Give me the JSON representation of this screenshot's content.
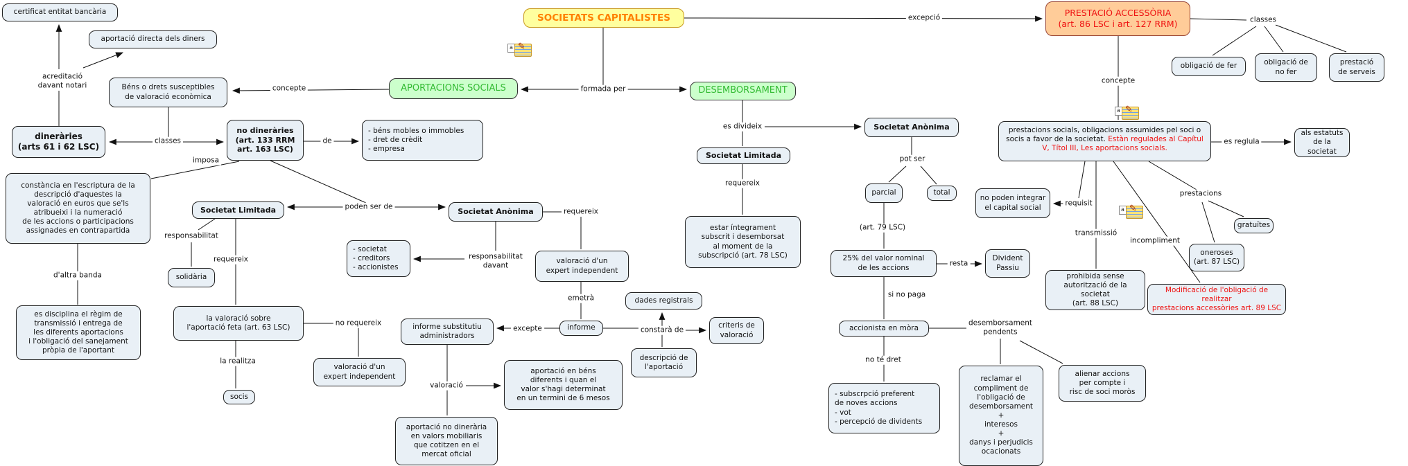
{
  "colors": {
    "default_node_bg": "#e9f0f6",
    "yellow_node_bg": "#ffff9e",
    "yellow_node_text": "#ff8000",
    "green_node_bg": "#ccffcc",
    "green_node_text": "#33bb33",
    "orange_node_bg": "#ffcc99",
    "red_text": "#ee1111",
    "line": "#111111"
  },
  "annotation": {
    "letter": "a",
    "pencil_glyph": "✎"
  },
  "nodes": {
    "certificat": {
      "text": "certificat entitat bancària"
    },
    "aportacio_directa": {
      "text": "aportació directa dels diners"
    },
    "bens_drets": {
      "text": "Béns o drets susceptibles\nde valoració econòmica"
    },
    "dineraries": {
      "text": "dineràries\n(arts 61 i 62 LSC)"
    },
    "no_dineraries": {
      "text": "no dineràries\n(art. 133 RRM\nart. 163 LSC)"
    },
    "bens_mobles": {
      "text": "- béns mobles o immobles\n- dret de crèdit\n- empresa"
    },
    "constancia": {
      "text": "constància en l'escriptura de la\ndescripció d'aquestes la\nvaloració en euros que se'ls\natribueixi i la numeració\nde les accions o participacions\nassignades en contrapartida"
    },
    "es_disciplina": {
      "text": "es disciplina el règim de\ntransmissió i entrega de\nles diferents aportacions\ni l'obligació del sanejament\npròpia de l'aportant"
    },
    "soc_lim_aport": {
      "text": "Societat Limitada"
    },
    "solidaria": {
      "text": "solidària"
    },
    "valoracio_feta": {
      "text": "la valoració sobre\nl'aportació feta (art. 63 LSC)"
    },
    "socis": {
      "text": "socis"
    },
    "val_expert_baix": {
      "text": "valoració d'un\nexpert independent"
    },
    "soc_anon_aport": {
      "text": "Societat Anònima"
    },
    "soc_creditors": {
      "text": "- societat\n- creditors\n- accionistes"
    },
    "val_expert_dalt": {
      "text": "valoració d'un\nexpert independent"
    },
    "informe_substitutiu": {
      "text": "informe substitutiu\nadministradors"
    },
    "informe": {
      "text": "informe"
    },
    "aport_bens_diferents": {
      "text": "aportació en béns\ndiferents i quan el\nvalor s'hagi determinat\nen un termini de 6 mesos"
    },
    "aport_no_dineraria": {
      "text": "aportació no dinerària\nen valors mobiliaris\nque cotitzen en el\nmercat oficial"
    },
    "dades_registrals": {
      "text": "dades registrals"
    },
    "criteris": {
      "text": "criteris de\nvaloració"
    },
    "descripcio": {
      "text": "descripció de\nl'aportació"
    },
    "societats_capitalistes": {
      "text": "SOCIETATS CAPITALISTES"
    },
    "aportacions_socials": {
      "text": "APORTACIONS SOCIALS"
    },
    "desemborsament": {
      "text": "DESEMBORSAMENT"
    },
    "soc_anon_desemb": {
      "text": "Societat Anònima"
    },
    "soc_lim_desemb": {
      "text": "Societat Limitada"
    },
    "estar_integrament": {
      "text": "estar íntegrament\nsubscrit i desemborsat\nal moment de la\nsubscripció (art. 78 LSC)"
    },
    "parcial": {
      "text": "parcial"
    },
    "total": {
      "text": "total"
    },
    "valor_nominal": {
      "text": "25% del valor nominal\nde les accions"
    },
    "divident_passiu": {
      "text": "Divident\nPassiu"
    },
    "accionista_mora": {
      "text": "accionista en mòra"
    },
    "drets_llista": {
      "text": "- subscrpció preferent\n  de noves accions\n- vot\n- percepció de dividents"
    },
    "reclamar": {
      "text": "reclamar el\ncompliment de\nl'obligació de\ndesemborsament\n+\ninteresos\n+\ndanys i perjudicis\nocacionats"
    },
    "alienar": {
      "text": "alienar accions\nper compte i\nrisc de soci moròs"
    },
    "prestacio_accessoria": {
      "text": "PRESTACIÓ ACCESSÒRIA\n(art. 86 LSC i art. 127 RRM)"
    },
    "obligacio_fer": {
      "text": "obligació de fer"
    },
    "obligacio_no_fer": {
      "text": "obligació de\nno fer"
    },
    "prestacio_serveis": {
      "text": "prestació\nde serveis"
    },
    "prestacions_socials": {
      "text_black": "prestacions socials, obligacions assumides pel soci o socis a favor de la societat. ",
      "text_red": "Estàn regulades al Capítul V, Títol III, Les aportacions socials."
    },
    "als_estatuts": {
      "text": "als estatuts\nde la societat"
    },
    "no_poden_integrar": {
      "text": "no poden integrar\nel capital social"
    },
    "gratuites": {
      "text": "gratuïtes"
    },
    "oneroses": {
      "text": "oneroses\n(art. 87 LSC)"
    },
    "prohibida": {
      "text": "prohibida sense\nautorització de la societat\n(art. 88 LSC)"
    },
    "modificacio": {
      "text": "Modificació de l'obligació de realitzar\nprestacions accessòries art. 89 LSC"
    }
  },
  "labels": {
    "acreditacio": {
      "text": "acreditació\ndavant notari"
    },
    "concepte_left": {
      "text": "concepte"
    },
    "classes_left": {
      "text": "classes"
    },
    "imposa": {
      "text": "imposa"
    },
    "de": {
      "text": "de"
    },
    "poden_ser_de": {
      "text": "poden ser de"
    },
    "responsabilitat": {
      "text": "responsabilitat"
    },
    "requereix_sl": {
      "text": "requereix"
    },
    "la_realitza": {
      "text": "la realitza"
    },
    "no_requereix": {
      "text": "no requereix"
    },
    "resp_davant": {
      "text": "responsabilitat\ndavant"
    },
    "requereix_sa": {
      "text": "requereix"
    },
    "emetra": {
      "text": "emetrà"
    },
    "excepte": {
      "text": "excepte"
    },
    "valoracio": {
      "text": "valoració"
    },
    "constara_de": {
      "text": "constarà de"
    },
    "formada_per": {
      "text": "formada per"
    },
    "excepcio": {
      "text": "excepció"
    },
    "es_divideix": {
      "text": "es divideix"
    },
    "requereix_desemb": {
      "text": "requereix"
    },
    "pot_ser": {
      "text": "pot ser"
    },
    "art79": {
      "text": "(art. 79 LSC)"
    },
    "resta": {
      "text": "resta"
    },
    "si_no_paga": {
      "text": "si no paga"
    },
    "desemb_pendents": {
      "text": "desemborsament\npendents"
    },
    "no_te_dret": {
      "text": "no té dret"
    },
    "classes_right": {
      "text": "classes"
    },
    "concepte_right": {
      "text": "concepte"
    },
    "es_reglula": {
      "text": "es reglula"
    },
    "requisit": {
      "text": "requisit"
    },
    "transmissio": {
      "text": "transmissió"
    },
    "incompliment": {
      "text": "incompliment"
    },
    "prestacions": {
      "text": "prestacions"
    },
    "d_altra_banda": {
      "text": "d'altra banda"
    }
  }
}
